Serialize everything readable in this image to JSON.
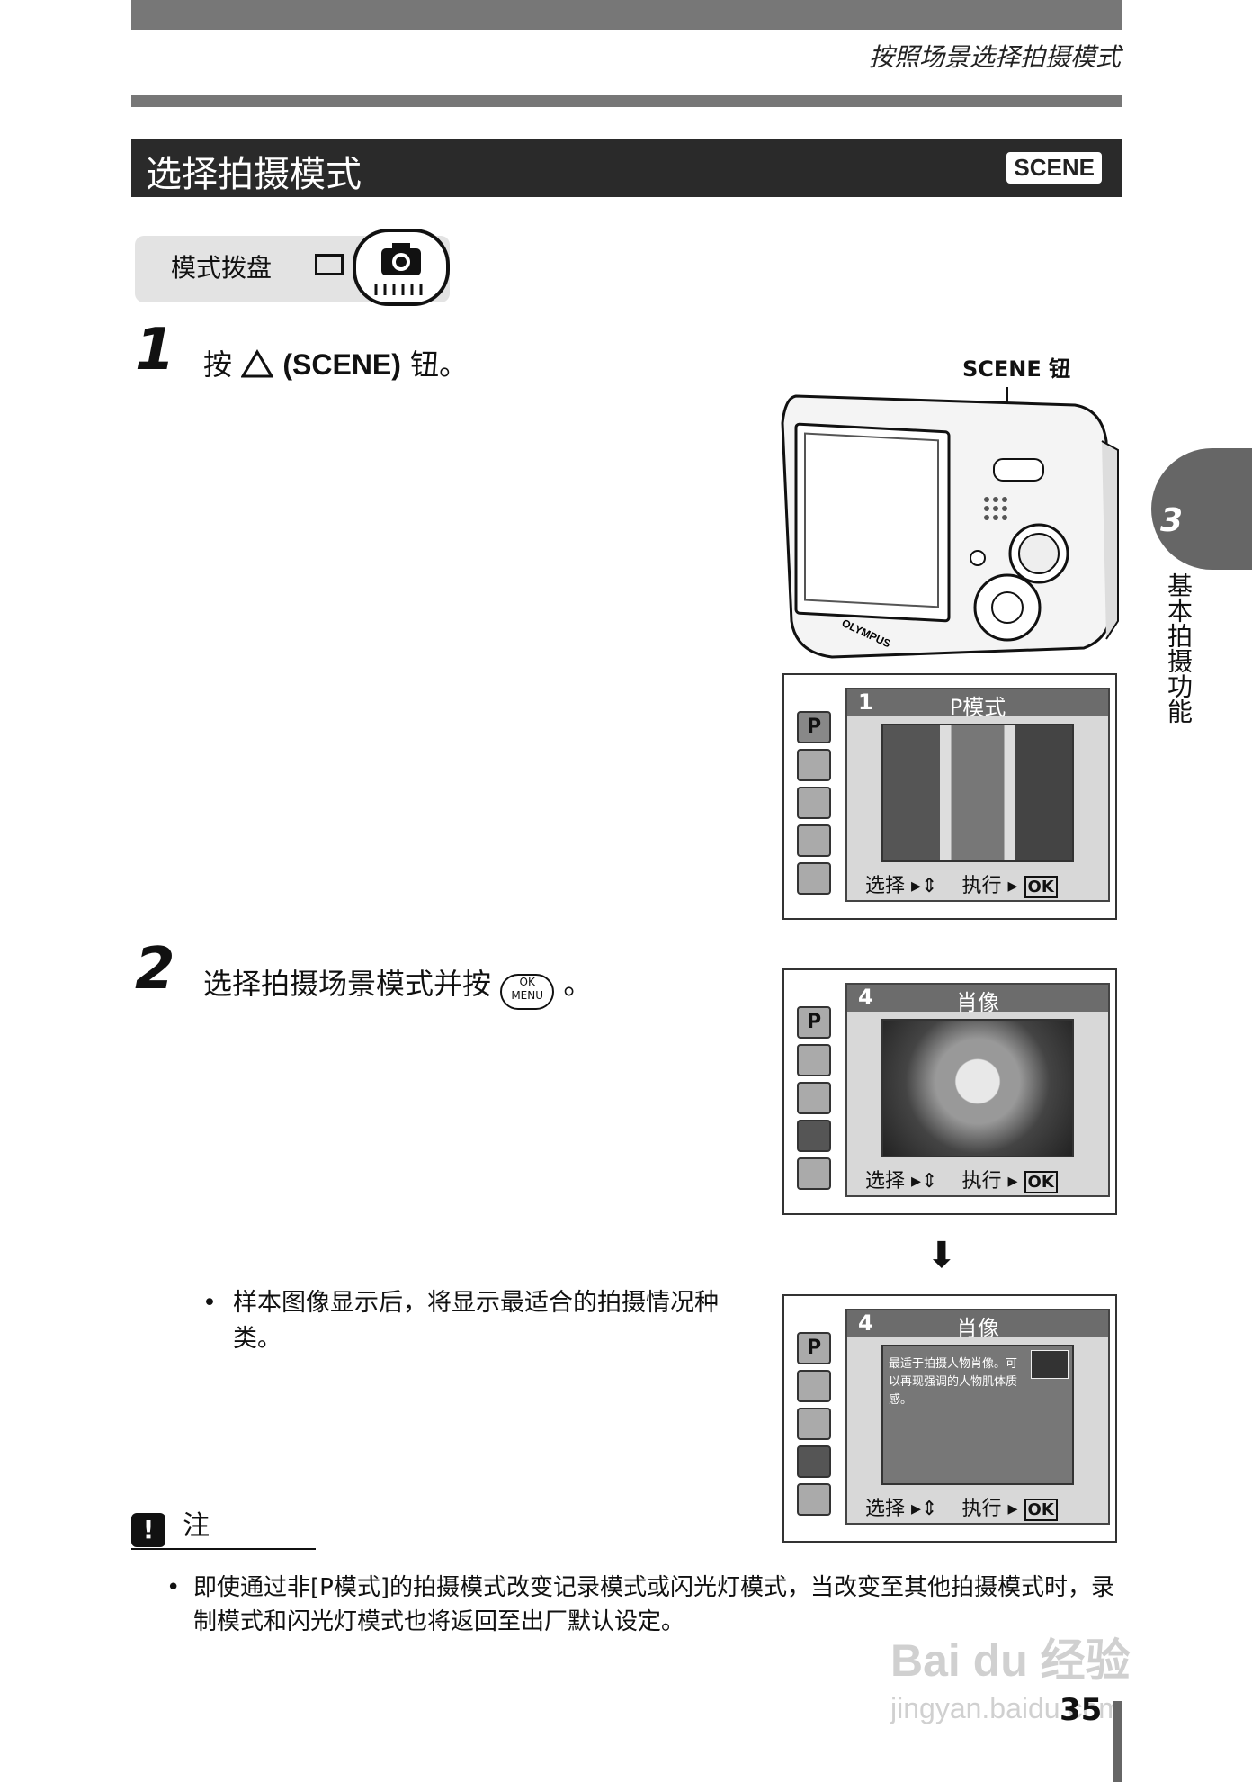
{
  "header": {
    "running_title": "按照场景选择拍摄模式"
  },
  "section": {
    "title": "选择拍摄模式",
    "badge": "SCENE"
  },
  "mode_dial": {
    "label": "模式拨盘"
  },
  "steps": [
    {
      "number": "1",
      "text_pre": "按",
      "text_mid": "(SCENE)",
      "text_post": "钮。"
    },
    {
      "number": "2",
      "text": "选择拍摄场景模式并按",
      "text_post": "。"
    }
  ],
  "camera_label": "SCENE 钮",
  "camera_brand": "OLYMPUS",
  "ok_button": {
    "top": "OK",
    "bottom": "MENU"
  },
  "screens": [
    {
      "num": "1",
      "title": "P模式",
      "footer_select": "选择",
      "footer_exec": "执行",
      "ok": "OK"
    },
    {
      "num": "4",
      "title": "肖像",
      "footer_select": "选择",
      "footer_exec": "执行",
      "ok": "OK"
    },
    {
      "num": "4",
      "title": "肖像",
      "desc": "最适于拍摄人物肖像。可以再现强调的人物肌体质感。",
      "footer_select": "选择",
      "footer_exec": "执行",
      "ok": "OK"
    }
  ],
  "side_icons": [
    "P",
    "",
    "",
    "",
    ""
  ],
  "bullet": "样本图像显示后，将显示最适合的拍摄情况种类。",
  "chapter": {
    "number": "3",
    "title": "基本拍摄功能"
  },
  "note": {
    "title": "注",
    "body": "即使通过非[P模式]的拍摄模式改变记录模式或闪光灯模式，当改变至其他拍摄模式时，录制模式和闪光灯模式也将返回至出厂默认设定。"
  },
  "watermark": {
    "brand": "Bai du 经验",
    "url": "jingyan.baidu.com"
  },
  "page_number": "35"
}
